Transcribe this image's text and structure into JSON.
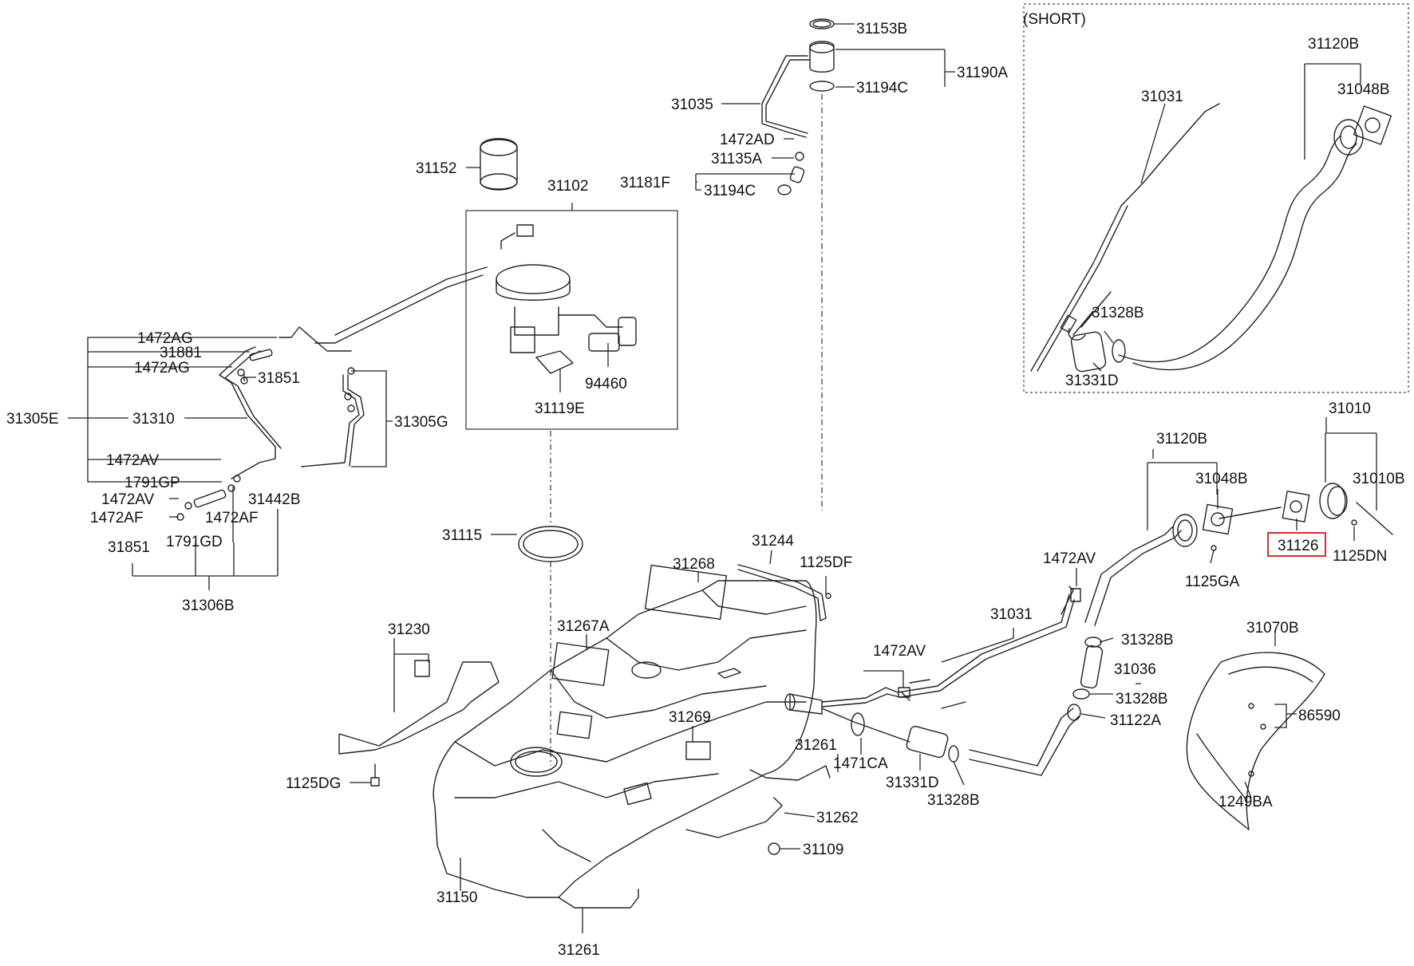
{
  "colors": {
    "highlight": "#d32f2f",
    "line": "#222222",
    "background": "#ffffff"
  },
  "inset": {
    "title": "(SHORT)"
  },
  "labels": [
    {
      "key": "p31153B",
      "text": "31153B"
    },
    {
      "key": "p31190A",
      "text": "31190A"
    },
    {
      "key": "p31194C_top",
      "text": "31194C"
    },
    {
      "key": "p31035",
      "text": "31035"
    },
    {
      "key": "p1472AD",
      "text": "1472AD"
    },
    {
      "key": "p31135A",
      "text": "31135A"
    },
    {
      "key": "p31181F",
      "text": "31181F"
    },
    {
      "key": "p31194C_low",
      "text": "31194C"
    },
    {
      "key": "p31152",
      "text": "31152"
    },
    {
      "key": "p31102",
      "text": "31102"
    },
    {
      "key": "p94460",
      "text": "94460"
    },
    {
      "key": "p31119E",
      "text": "31119E"
    },
    {
      "key": "p1472AG_a",
      "text": "1472AG"
    },
    {
      "key": "p31881",
      "text": "31881"
    },
    {
      "key": "p1472AG_b",
      "text": "1472AG"
    },
    {
      "key": "p31851_a",
      "text": "31851"
    },
    {
      "key": "p31305E",
      "text": "31305E"
    },
    {
      "key": "p31310",
      "text": "31310"
    },
    {
      "key": "p31305G",
      "text": "31305G"
    },
    {
      "key": "p1472AV_a",
      "text": "1472AV"
    },
    {
      "key": "p1791GP",
      "text": "1791GP"
    },
    {
      "key": "p1472AV_b",
      "text": "1472AV"
    },
    {
      "key": "p31442B",
      "text": "31442B"
    },
    {
      "key": "p1472AF_a",
      "text": "1472AF"
    },
    {
      "key": "p1472AF_b",
      "text": "1472AF"
    },
    {
      "key": "p31851_b",
      "text": "31851"
    },
    {
      "key": "p1791GD",
      "text": "1791GD"
    },
    {
      "key": "p31306B",
      "text": "31306B"
    },
    {
      "key": "p31115",
      "text": "31115"
    },
    {
      "key": "p31244",
      "text": "31244"
    },
    {
      "key": "p31268",
      "text": "31268"
    },
    {
      "key": "p1125DF",
      "text": "1125DF"
    },
    {
      "key": "p31267A",
      "text": "31267A"
    },
    {
      "key": "p31230",
      "text": "31230"
    },
    {
      "key": "p31269",
      "text": "31269"
    },
    {
      "key": "p31261_a",
      "text": "31261"
    },
    {
      "key": "p1125DG",
      "text": "1125DG"
    },
    {
      "key": "p31262",
      "text": "31262"
    },
    {
      "key": "p31109",
      "text": "31109"
    },
    {
      "key": "p31150",
      "text": "31150"
    },
    {
      "key": "p31261_b",
      "text": "31261"
    },
    {
      "key": "p1472AV_c",
      "text": "1472AV"
    },
    {
      "key": "p1471CA",
      "text": "1471CA"
    },
    {
      "key": "p31331D_main",
      "text": "31331D"
    },
    {
      "key": "p31328B_c",
      "text": "31328B"
    },
    {
      "key": "p31031_main",
      "text": "31031"
    },
    {
      "key": "p1472AV_d",
      "text": "1472AV"
    },
    {
      "key": "p31120B_main",
      "text": "31120B"
    },
    {
      "key": "p31048B_main",
      "text": "31048B"
    },
    {
      "key": "p1125GA",
      "text": "1125GA"
    },
    {
      "key": "p31328B_a",
      "text": "31328B"
    },
    {
      "key": "p31036",
      "text": "31036"
    },
    {
      "key": "p31328B_b",
      "text": "31328B"
    },
    {
      "key": "p31122A",
      "text": "31122A"
    },
    {
      "key": "p31010",
      "text": "31010"
    },
    {
      "key": "p31010B",
      "text": "31010B"
    },
    {
      "key": "p31126",
      "text": "31126"
    },
    {
      "key": "p1125DN",
      "text": "1125DN"
    },
    {
      "key": "p31070B",
      "text": "31070B"
    },
    {
      "key": "p86590",
      "text": "86590"
    },
    {
      "key": "p1249BA",
      "text": "1249BA"
    },
    {
      "key": "s31120B",
      "text": "31120B"
    },
    {
      "key": "s31031",
      "text": "31031"
    },
    {
      "key": "s31048B",
      "text": "31048B"
    },
    {
      "key": "s31328B",
      "text": "31328B"
    },
    {
      "key": "s31331D",
      "text": "31331D"
    }
  ]
}
